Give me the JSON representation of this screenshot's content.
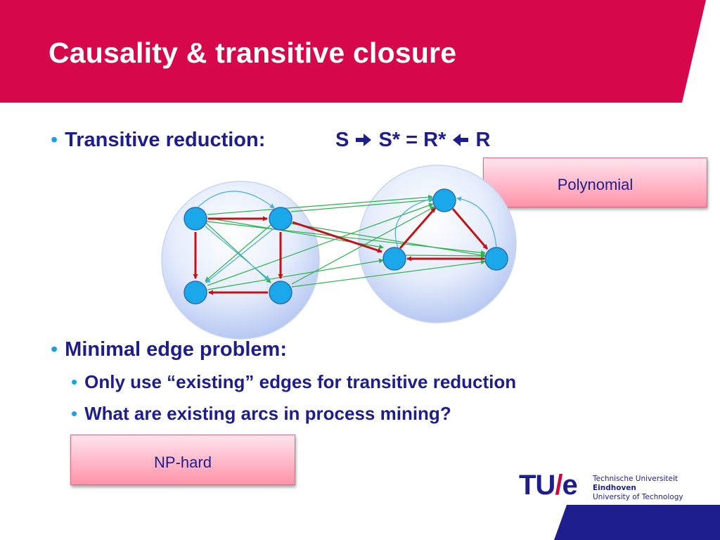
{
  "title": "Causality & transitive closure",
  "colors": {
    "header": "#d6074a",
    "text": "#1d1d8c",
    "bullet": "#1aa1e3",
    "footer": "#1d1d8c",
    "edge_red": "#c0141a",
    "edge_green": "#2ab34a",
    "edge_blue": "#4aaee0",
    "node": "#1aa8ea"
  },
  "bullets": [
    {
      "text": "Transitive reduction:",
      "formula": {
        "a": "S",
        "b": "S* = R*",
        "c": "R"
      }
    },
    {
      "text": "Minimal edge problem:",
      "sub": [
        "Only use “existing” edges for transitive reduction",
        "What are existing arcs in process mining?"
      ]
    }
  ],
  "boxes": {
    "polynomial": "Polynomial",
    "np_hard": "NP-hard"
  },
  "logo": {
    "mark_left": "TU",
    "mark_slash": "/",
    "mark_right": "e",
    "line1": "Technische Universiteit",
    "line2": "Eindhoven",
    "line3": "University of Technology"
  },
  "icons": {
    "right_arrow": "right-arrow-icon",
    "left_arrow": "left-arrow-icon"
  }
}
